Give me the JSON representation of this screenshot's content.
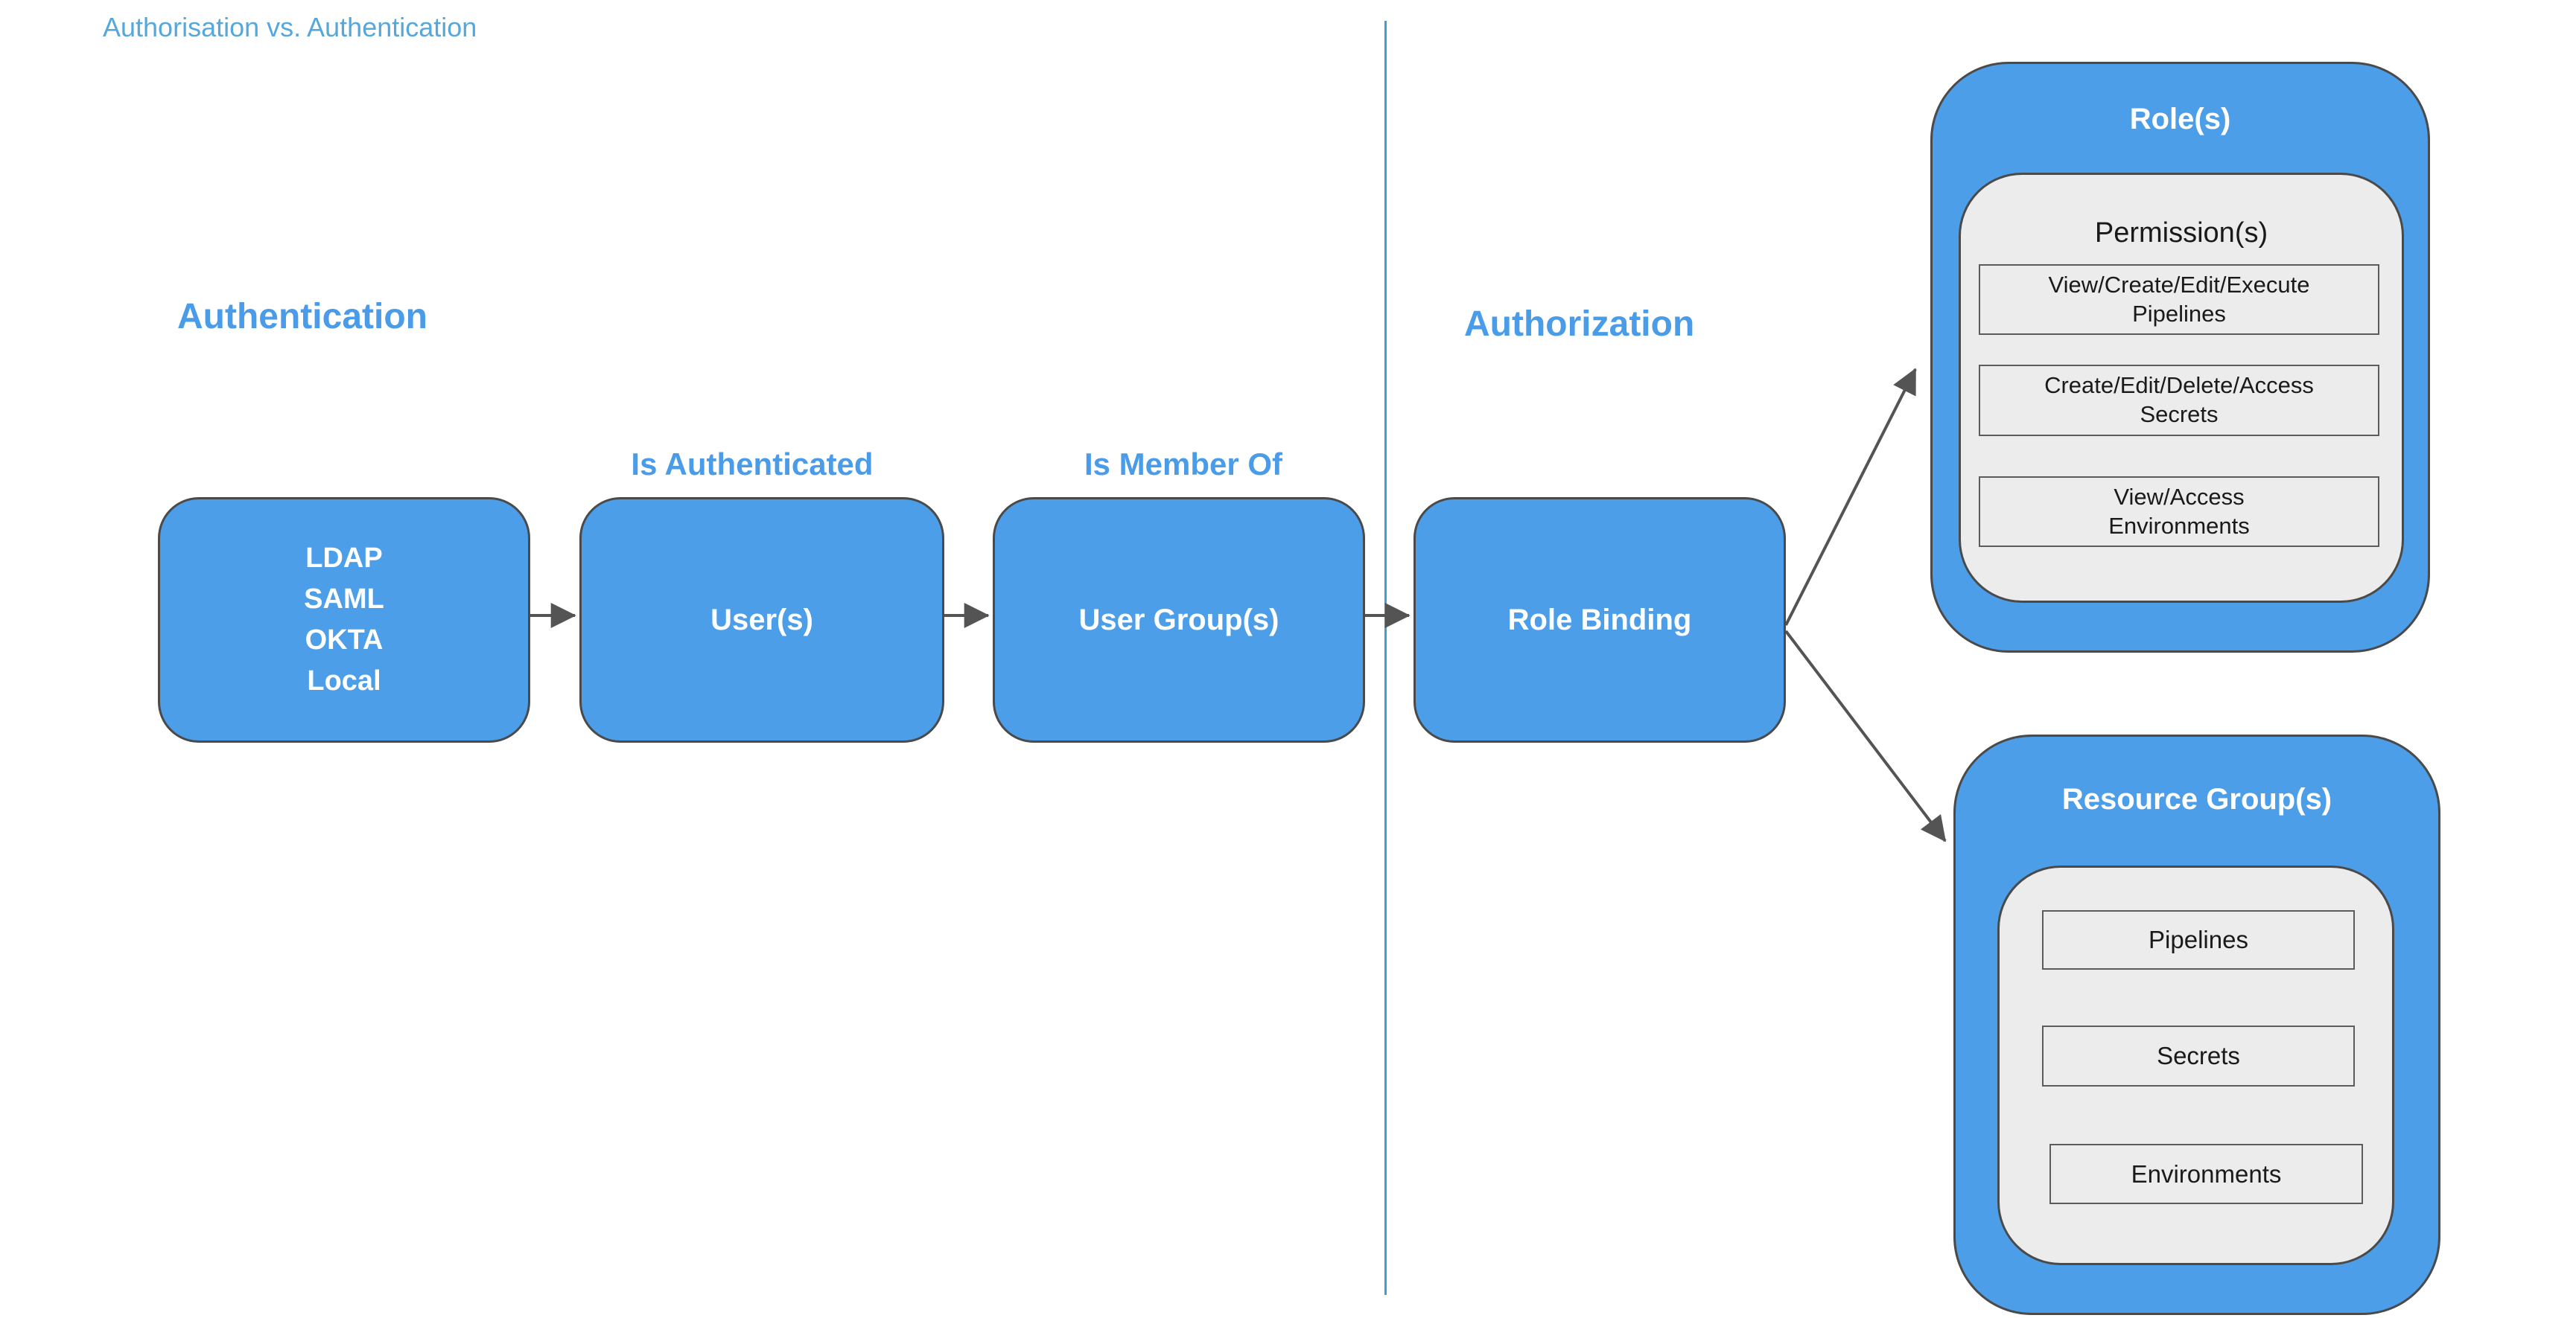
{
  "title": "Authorisation vs. Authentication",
  "colors": {
    "node_fill": "#4D9EE8",
    "node_border": "#4A4A4A",
    "node_text": "#FFFFFF",
    "heading_text": "#4A9CE8",
    "page_title_text": "#55A8DC",
    "divider_line": "#3C9FD8",
    "panel_fill": "#ECECEC",
    "panel_text": "#1A1A1A",
    "arrow": "#545454"
  },
  "sections": {
    "authentication": {
      "heading": "Authentication"
    },
    "authorization": {
      "heading": "Authorization"
    }
  },
  "flow": {
    "identity_providers": {
      "lines": [
        "LDAP",
        "SAML",
        "OKTA",
        "Local"
      ]
    },
    "users": {
      "label": "User(s)"
    },
    "user_groups": {
      "label": "User Group(s)"
    },
    "role_binding": {
      "label": "Role Binding"
    },
    "edge_labels": {
      "is_authenticated": "Is Authenticated",
      "is_member_of": "Is Member Of"
    }
  },
  "roles": {
    "title": "Role(s)",
    "permissions_title": "Permission(s)",
    "permission_items": [
      {
        "line1": "View/Create/Edit/Execute",
        "line2": "Pipelines"
      },
      {
        "line1": "Create/Edit/Delete/Access",
        "line2": "Secrets"
      },
      {
        "line1": "View/Access",
        "line2": "Environments"
      }
    ]
  },
  "resource_groups": {
    "title": "Resource Group(s)",
    "items": [
      "Pipelines",
      "Secrets",
      "Environments"
    ]
  }
}
